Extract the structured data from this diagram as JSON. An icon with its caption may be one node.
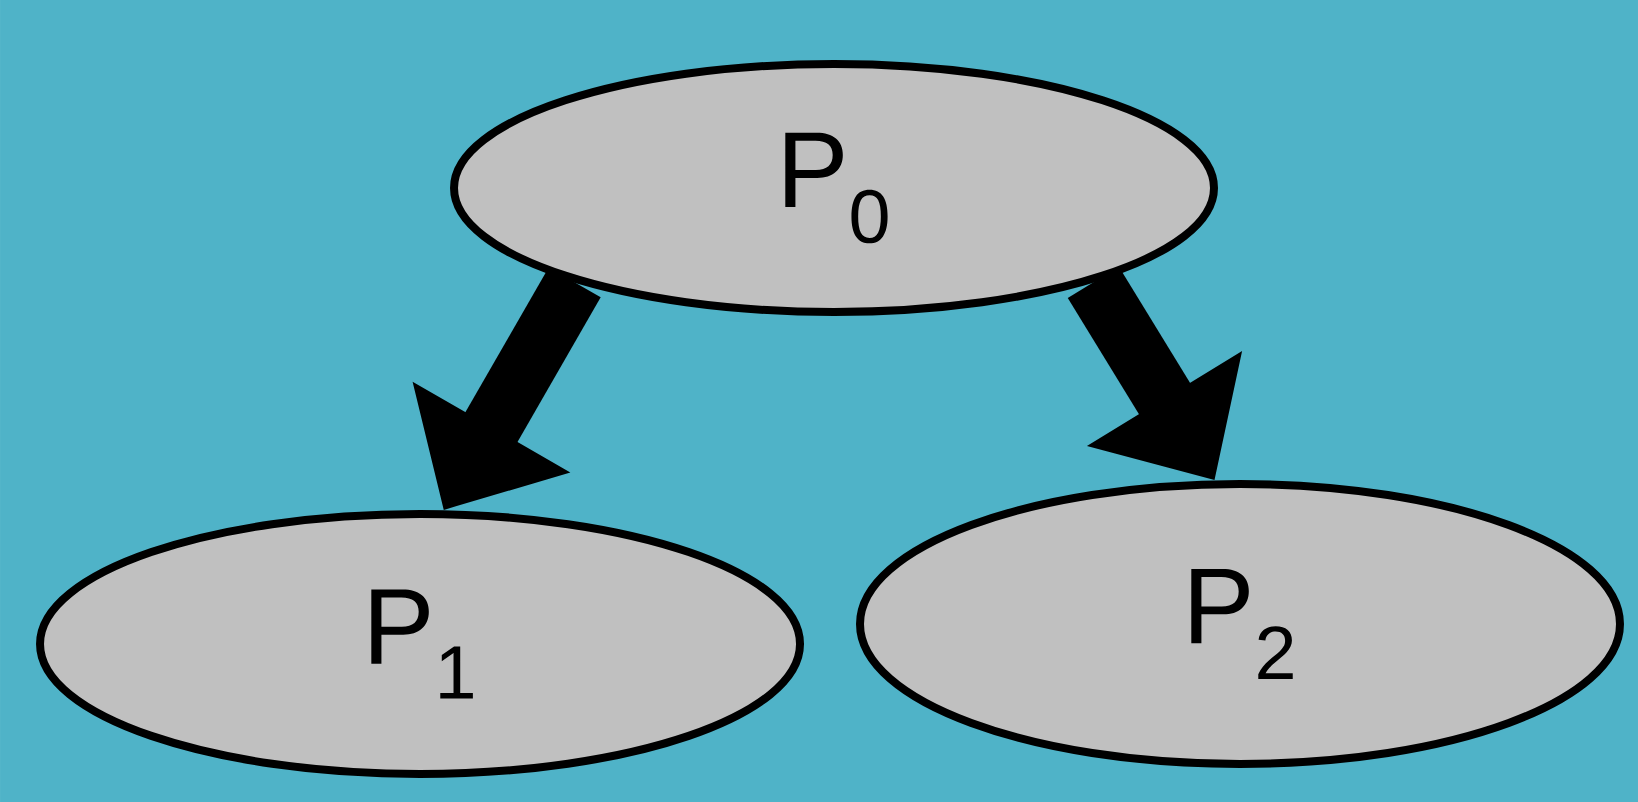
{
  "diagram": {
    "nodes": [
      {
        "text": [
          "P$_{0}$"
        ]
      },
      {
        "text": [
          "P$_{1}$"
        ]
      },
      {
        "text": [
          "P$_{2}$"
        ]
      }
    ],
    "edges": [
      {
        "from": 0,
        "to": 1,
        "arrow": "to"
      },
      {
        "from": 0,
        "to": 2,
        "arrow": "to"
      }
    ]
  }
}
